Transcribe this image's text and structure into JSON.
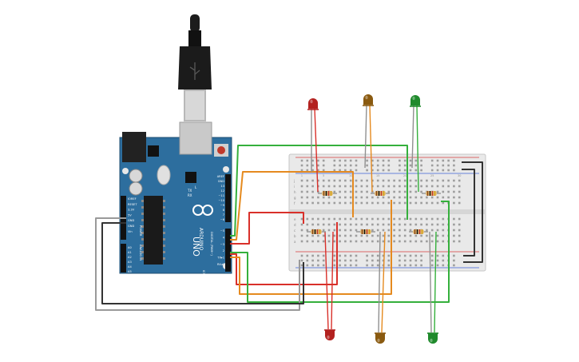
{
  "board": {
    "model": "UNO",
    "brand": "ARDUINO",
    "power_header": [
      "IOREF",
      "RESET",
      "3.3V",
      "5V",
      "GND",
      "GND",
      "Vin"
    ],
    "analog_header": [
      "A0",
      "A1",
      "A2",
      "A3",
      "A4",
      "A5"
    ],
    "power_label": "POWER",
    "analog_label": "ANALOG IN",
    "digital_header": [
      "AREF",
      "GND",
      "13",
      "12",
      "~11",
      "~10",
      "~9",
      "8",
      "7",
      "~6",
      "~5",
      "4",
      "~3",
      "2",
      "TX▸1",
      "RX◂0"
    ],
    "digital_label": "DIGITAL (PWM~)",
    "chip_marks": [
      "L",
      "TX",
      "RX"
    ],
    "icsp_label": "ICSP"
  },
  "breadboard": {
    "row_letters_top": [
      "j",
      "i",
      "h",
      "g",
      "f"
    ],
    "row_letters_bottom": [
      "e",
      "d",
      "c",
      "b",
      "a"
    ],
    "column_numbers": [
      "1",
      "5",
      "10",
      "15",
      "20",
      "25",
      "30"
    ]
  },
  "components": {
    "top_leds": [
      {
        "color_name": "red",
        "color": "#b3211f"
      },
      {
        "color_name": "orange",
        "color": "#8a5a10"
      },
      {
        "color_name": "green",
        "color": "#1f8a2c"
      }
    ],
    "bottom_leds": [
      {
        "color_name": "red",
        "color": "#b3211f"
      },
      {
        "color_name": "orange",
        "color": "#8a5a10"
      },
      {
        "color_name": "green",
        "color": "#1f8a2c"
      }
    ],
    "resistor_count": 6
  },
  "colors": {
    "board_blue": "#2d6e9e",
    "wire_red": "#d9302a",
    "wire_orange": "#e58a1f",
    "wire_green": "#35b03c",
    "wire_black": "#333333",
    "wire_gray": "#9a9a9a",
    "breadboard": "#e9e9e9"
  }
}
